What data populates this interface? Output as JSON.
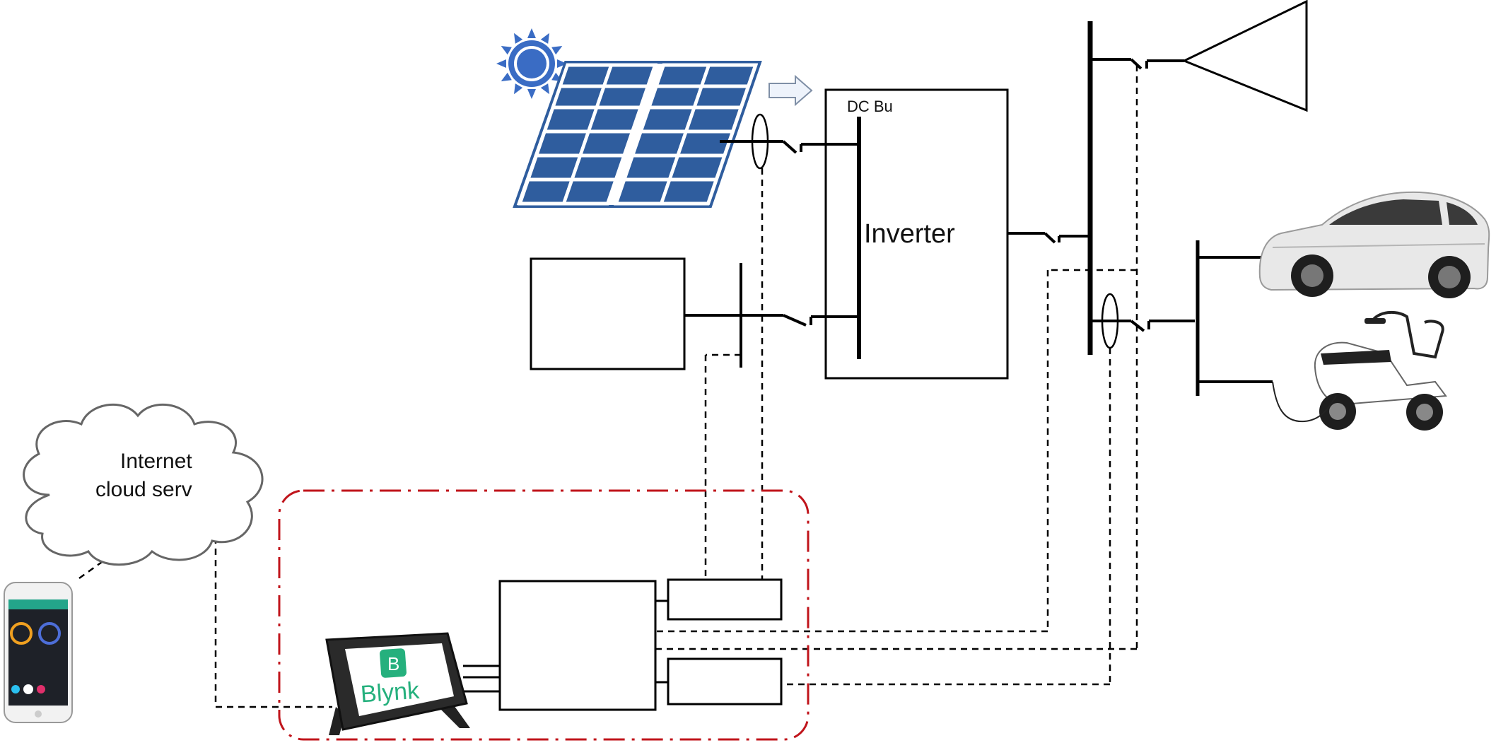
{
  "labels": {
    "dc_bus": "DC Bu",
    "inverter": "Inverter",
    "cloud_line1": "Internet",
    "cloud_line2": "cloud serv",
    "blynk_logo_letter": "B",
    "blynk_wordmark": "Blynk"
  },
  "icons": {
    "sun": "sun-icon",
    "solar_panel": "solar-panel-icon",
    "arrow": "arrow-right-icon",
    "car": "car-icon",
    "scooter": "scooter-icon",
    "phone": "smartphone-icon",
    "tablet": "tablet-icon",
    "cloud": "cloud-icon",
    "grid": "grid-transformer-icon"
  },
  "colors": {
    "line": "#000000",
    "solar_blue": "#2f5d9e",
    "sun_blue": "#3a6cc4",
    "controller_boundary": "#c0141b",
    "blynk_green": "#25b07d"
  }
}
